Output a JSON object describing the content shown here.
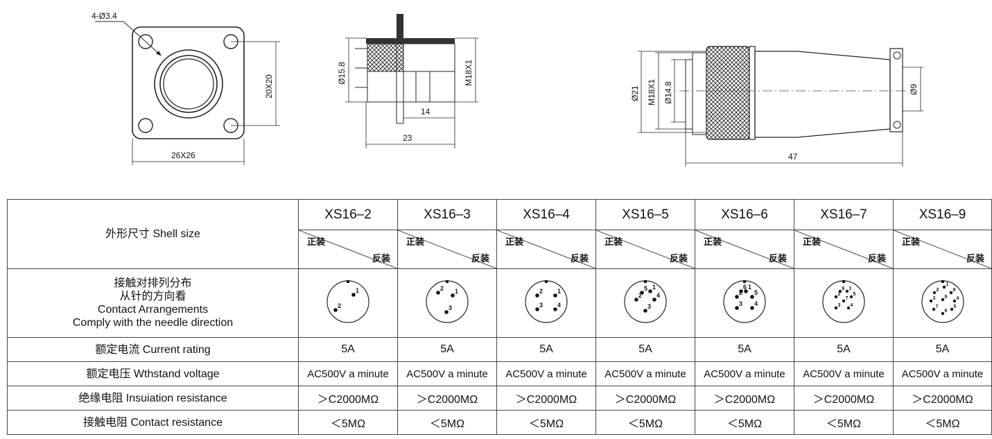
{
  "drawings": {
    "flange_view": {
      "hole_label": "4-Ø3.4",
      "width_label": "26X26",
      "height_label": "20X20"
    },
    "side_view": {
      "dia_label": "Ø15.8",
      "thread_label": "M18X1",
      "dim_14": "14",
      "dim_23": "23"
    },
    "plug_view": {
      "dia21_label": "Ø21",
      "thread_label": "M18X1",
      "dia148_label": "Ø14.8",
      "dia9_label": "Ø9",
      "length_label": "47"
    }
  },
  "table": {
    "shell_size_label": "外形尺寸 Shell size",
    "models": [
      "XS16–2",
      "XS16–3",
      "XS16–4",
      "XS16–5",
      "XS16–6",
      "XS16–7",
      "XS16–9"
    ],
    "mount_forward": "正装",
    "mount_reverse": "反装",
    "contact_label_line1": "接触对排列分布",
    "contact_label_line2": "从针的方向看",
    "contact_label_line3": "Contact Arrangements",
    "contact_label_line4": "Comply with the needle direction",
    "rows": [
      {
        "label": "额定电流 Current rating",
        "value": "5A"
      },
      {
        "label": "额定电压 Wthstand voltage",
        "value": "AC500V a minute"
      },
      {
        "label": "绝缘电阻 Insuiation resistance",
        "value": "＞C2000MΩ"
      },
      {
        "label": "接触电阻 Contact resistance",
        "value": "＜5MΩ"
      }
    ],
    "pin_layouts": [
      {
        "pins": [
          "1",
          "2"
        ]
      },
      {
        "pins": [
          "1",
          "2",
          "3"
        ]
      },
      {
        "pins": [
          "1",
          "2",
          "3",
          "4"
        ]
      },
      {
        "pins": [
          "1",
          "2",
          "3",
          "4",
          "5"
        ]
      },
      {
        "pins": [
          "1",
          "2",
          "3",
          "4",
          "5",
          "6"
        ]
      },
      {
        "pins": [
          "1",
          "2",
          "3",
          "4",
          "5",
          "6",
          "7"
        ]
      },
      {
        "pins": [
          "1",
          "2",
          "3",
          "4",
          "5",
          "6",
          "7",
          "8",
          "9"
        ]
      }
    ]
  }
}
